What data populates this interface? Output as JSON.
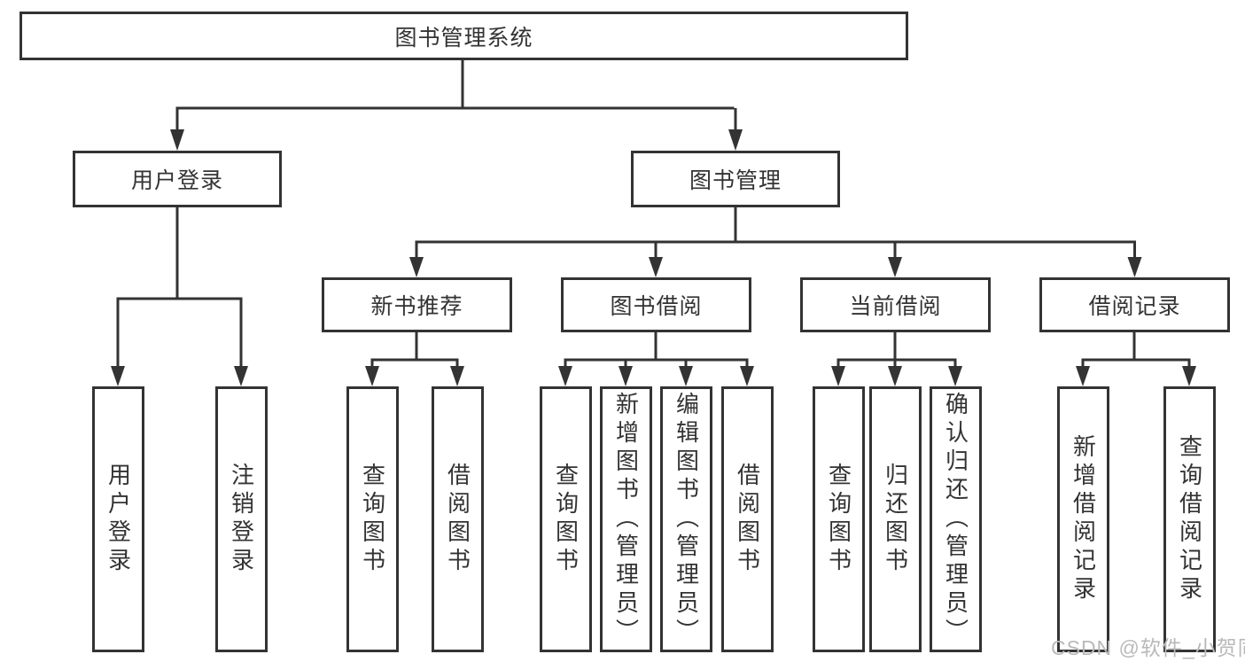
{
  "diagram": {
    "title": "图书管理系统",
    "nodes": {
      "root": "图书管理系统",
      "level2": [
        "用户登录",
        "图书管理"
      ],
      "level3": [
        "新书推荐",
        "图书借阅",
        "当前借阅",
        "借阅记录"
      ],
      "level4": {
        "user_login": [
          "用户登录",
          "注销登录"
        ],
        "new_book": [
          "查询图书",
          "借阅图书"
        ],
        "book_borrow": [
          "查询图书",
          "新增图书（管理员）",
          "编辑图书（管理员）",
          "借阅图书"
        ],
        "current_borrow": [
          "查询图书",
          "归还图书",
          "确认归还（管理员）"
        ],
        "borrow_records": [
          "新增借阅记录",
          "查询借阅记录"
        ]
      }
    },
    "colors": {
      "line": "#333333",
      "box_border": "#333333",
      "text": "#333333",
      "background": "#ffffff",
      "watermark": "#b9b9b9"
    }
  },
  "watermark": "CSDN @软件_小贺同学"
}
